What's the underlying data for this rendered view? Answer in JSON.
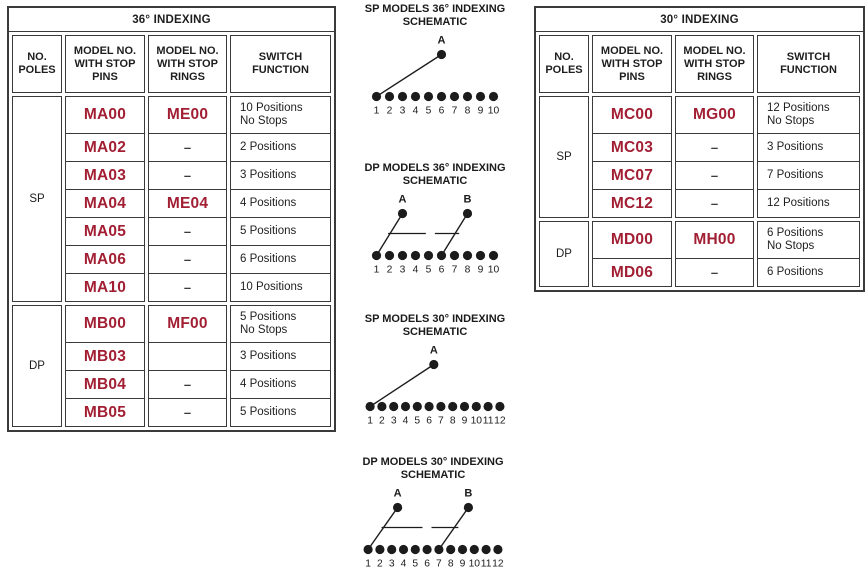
{
  "colors": {
    "model_number": "#A21E33",
    "ink": "#1E1E1E",
    "border": "#3A3A3A"
  },
  "tables": [
    {
      "title": "36° INDEXING",
      "headers": [
        {
          "lines": [
            "NO.",
            "POLES"
          ]
        },
        {
          "lines": [
            "MODEL NO.",
            "WITH STOP",
            "PINS"
          ]
        },
        {
          "lines": [
            "MODEL NO.",
            "WITH STOP",
            "RINGS"
          ]
        },
        {
          "lines": [
            "SWITCH",
            "FUNCTION"
          ]
        }
      ],
      "sections": [
        {
          "pole": "SP",
          "rows": [
            {
              "pins": "MA00",
              "rings": "ME00",
              "function": [
                "10 Positions",
                "No Stops"
              ]
            },
            {
              "pins": "MA02",
              "rings": "–",
              "function": [
                "2 Positions"
              ]
            },
            {
              "pins": "MA03",
              "rings": "–",
              "function": [
                "3 Positions"
              ]
            },
            {
              "pins": "MA04",
              "rings": "ME04",
              "function": [
                "4 Positions"
              ]
            },
            {
              "pins": "MA05",
              "rings": "–",
              "function": [
                "5 Positions"
              ]
            },
            {
              "pins": "MA06",
              "rings": "–",
              "function": [
                "6 Positions"
              ]
            },
            {
              "pins": "MA10",
              "rings": "–",
              "function": [
                "10 Positions"
              ]
            }
          ]
        },
        {
          "pole": "DP",
          "rows": [
            {
              "pins": "MB00",
              "rings": "MF00",
              "function": [
                "5 Positions",
                "No Stops"
              ]
            },
            {
              "pins": "MB03",
              "rings": "",
              "function": [
                "3 Positions"
              ]
            },
            {
              "pins": "MB04",
              "rings": "–",
              "function": [
                "4 Positions"
              ]
            },
            {
              "pins": "MB05",
              "rings": "–",
              "function": [
                "5 Positions"
              ]
            }
          ]
        }
      ]
    },
    {
      "title": "30° INDEXING",
      "headers": [
        {
          "lines": [
            "NO.",
            "POLES"
          ]
        },
        {
          "lines": [
            "MODEL NO.",
            "WITH STOP",
            "PINS"
          ]
        },
        {
          "lines": [
            "MODEL NO.",
            "WITH STOP",
            "RINGS"
          ]
        },
        {
          "lines": [
            "SWITCH",
            "FUNCTION"
          ]
        }
      ],
      "sections": [
        {
          "pole": "SP",
          "rows": [
            {
              "pins": "MC00",
              "rings": "MG00",
              "function": [
                "12 Positions",
                "No Stops"
              ]
            },
            {
              "pins": "MC03",
              "rings": "–",
              "function": [
                "3 Positions"
              ]
            },
            {
              "pins": "MC07",
              "rings": "–",
              "function": [
                "7 Positions"
              ]
            },
            {
              "pins": "MC12",
              "rings": "–",
              "function": [
                "12 Positions"
              ]
            }
          ]
        },
        {
          "pole": "DP",
          "rows": [
            {
              "pins": "MD00",
              "rings": "MH00",
              "function": [
                "6 Positions",
                "No Stops"
              ]
            },
            {
              "pins": "MD06",
              "rings": "–",
              "function": [
                "6 Positions"
              ]
            }
          ]
        }
      ]
    }
  ],
  "schematics": [
    {
      "title_lines": [
        "SP MODELS 36° INDEXING",
        "SCHEMATIC"
      ],
      "contacts": 10,
      "numbers": [
        "1",
        "2",
        "3",
        "4",
        "5",
        "6",
        "7",
        "8",
        "9",
        "10"
      ],
      "poles": [
        {
          "label": "A",
          "at": 5,
          "to": 0
        }
      ],
      "link": false
    },
    {
      "title_lines": [
        "DP MODELS 36° INDEXING",
        "SCHEMATIC"
      ],
      "contacts": 10,
      "numbers": [
        "1",
        "2",
        "3",
        "4",
        "5",
        "6",
        "7",
        "8",
        "9",
        "10"
      ],
      "poles": [
        {
          "label": "A",
          "at": 2,
          "to": 0
        },
        {
          "label": "B",
          "at": 7,
          "to": 5
        }
      ],
      "link": true
    },
    {
      "title_lines": [
        "SP MODELS 30° INDEXING",
        "SCHEMATIC"
      ],
      "contacts": 12,
      "numbers": [
        "1",
        "2",
        "3",
        "4",
        "5",
        "6",
        "7",
        "8",
        "9",
        "10",
        "11",
        "12"
      ],
      "poles": [
        {
          "label": "A",
          "at": 5.4,
          "to": 0
        }
      ],
      "link": false
    },
    {
      "title_lines": [
        "DP MODELS 30° INDEXING",
        "SCHEMATIC"
      ],
      "contacts": 12,
      "numbers": [
        "1",
        "2",
        "3",
        "4",
        "5",
        "6",
        "7",
        "8",
        "9",
        "10",
        "11",
        "12"
      ],
      "poles": [
        {
          "label": "A",
          "at": 2.5,
          "to": 0
        },
        {
          "label": "B",
          "at": 8.5,
          "to": 6
        }
      ],
      "link": true
    }
  ]
}
